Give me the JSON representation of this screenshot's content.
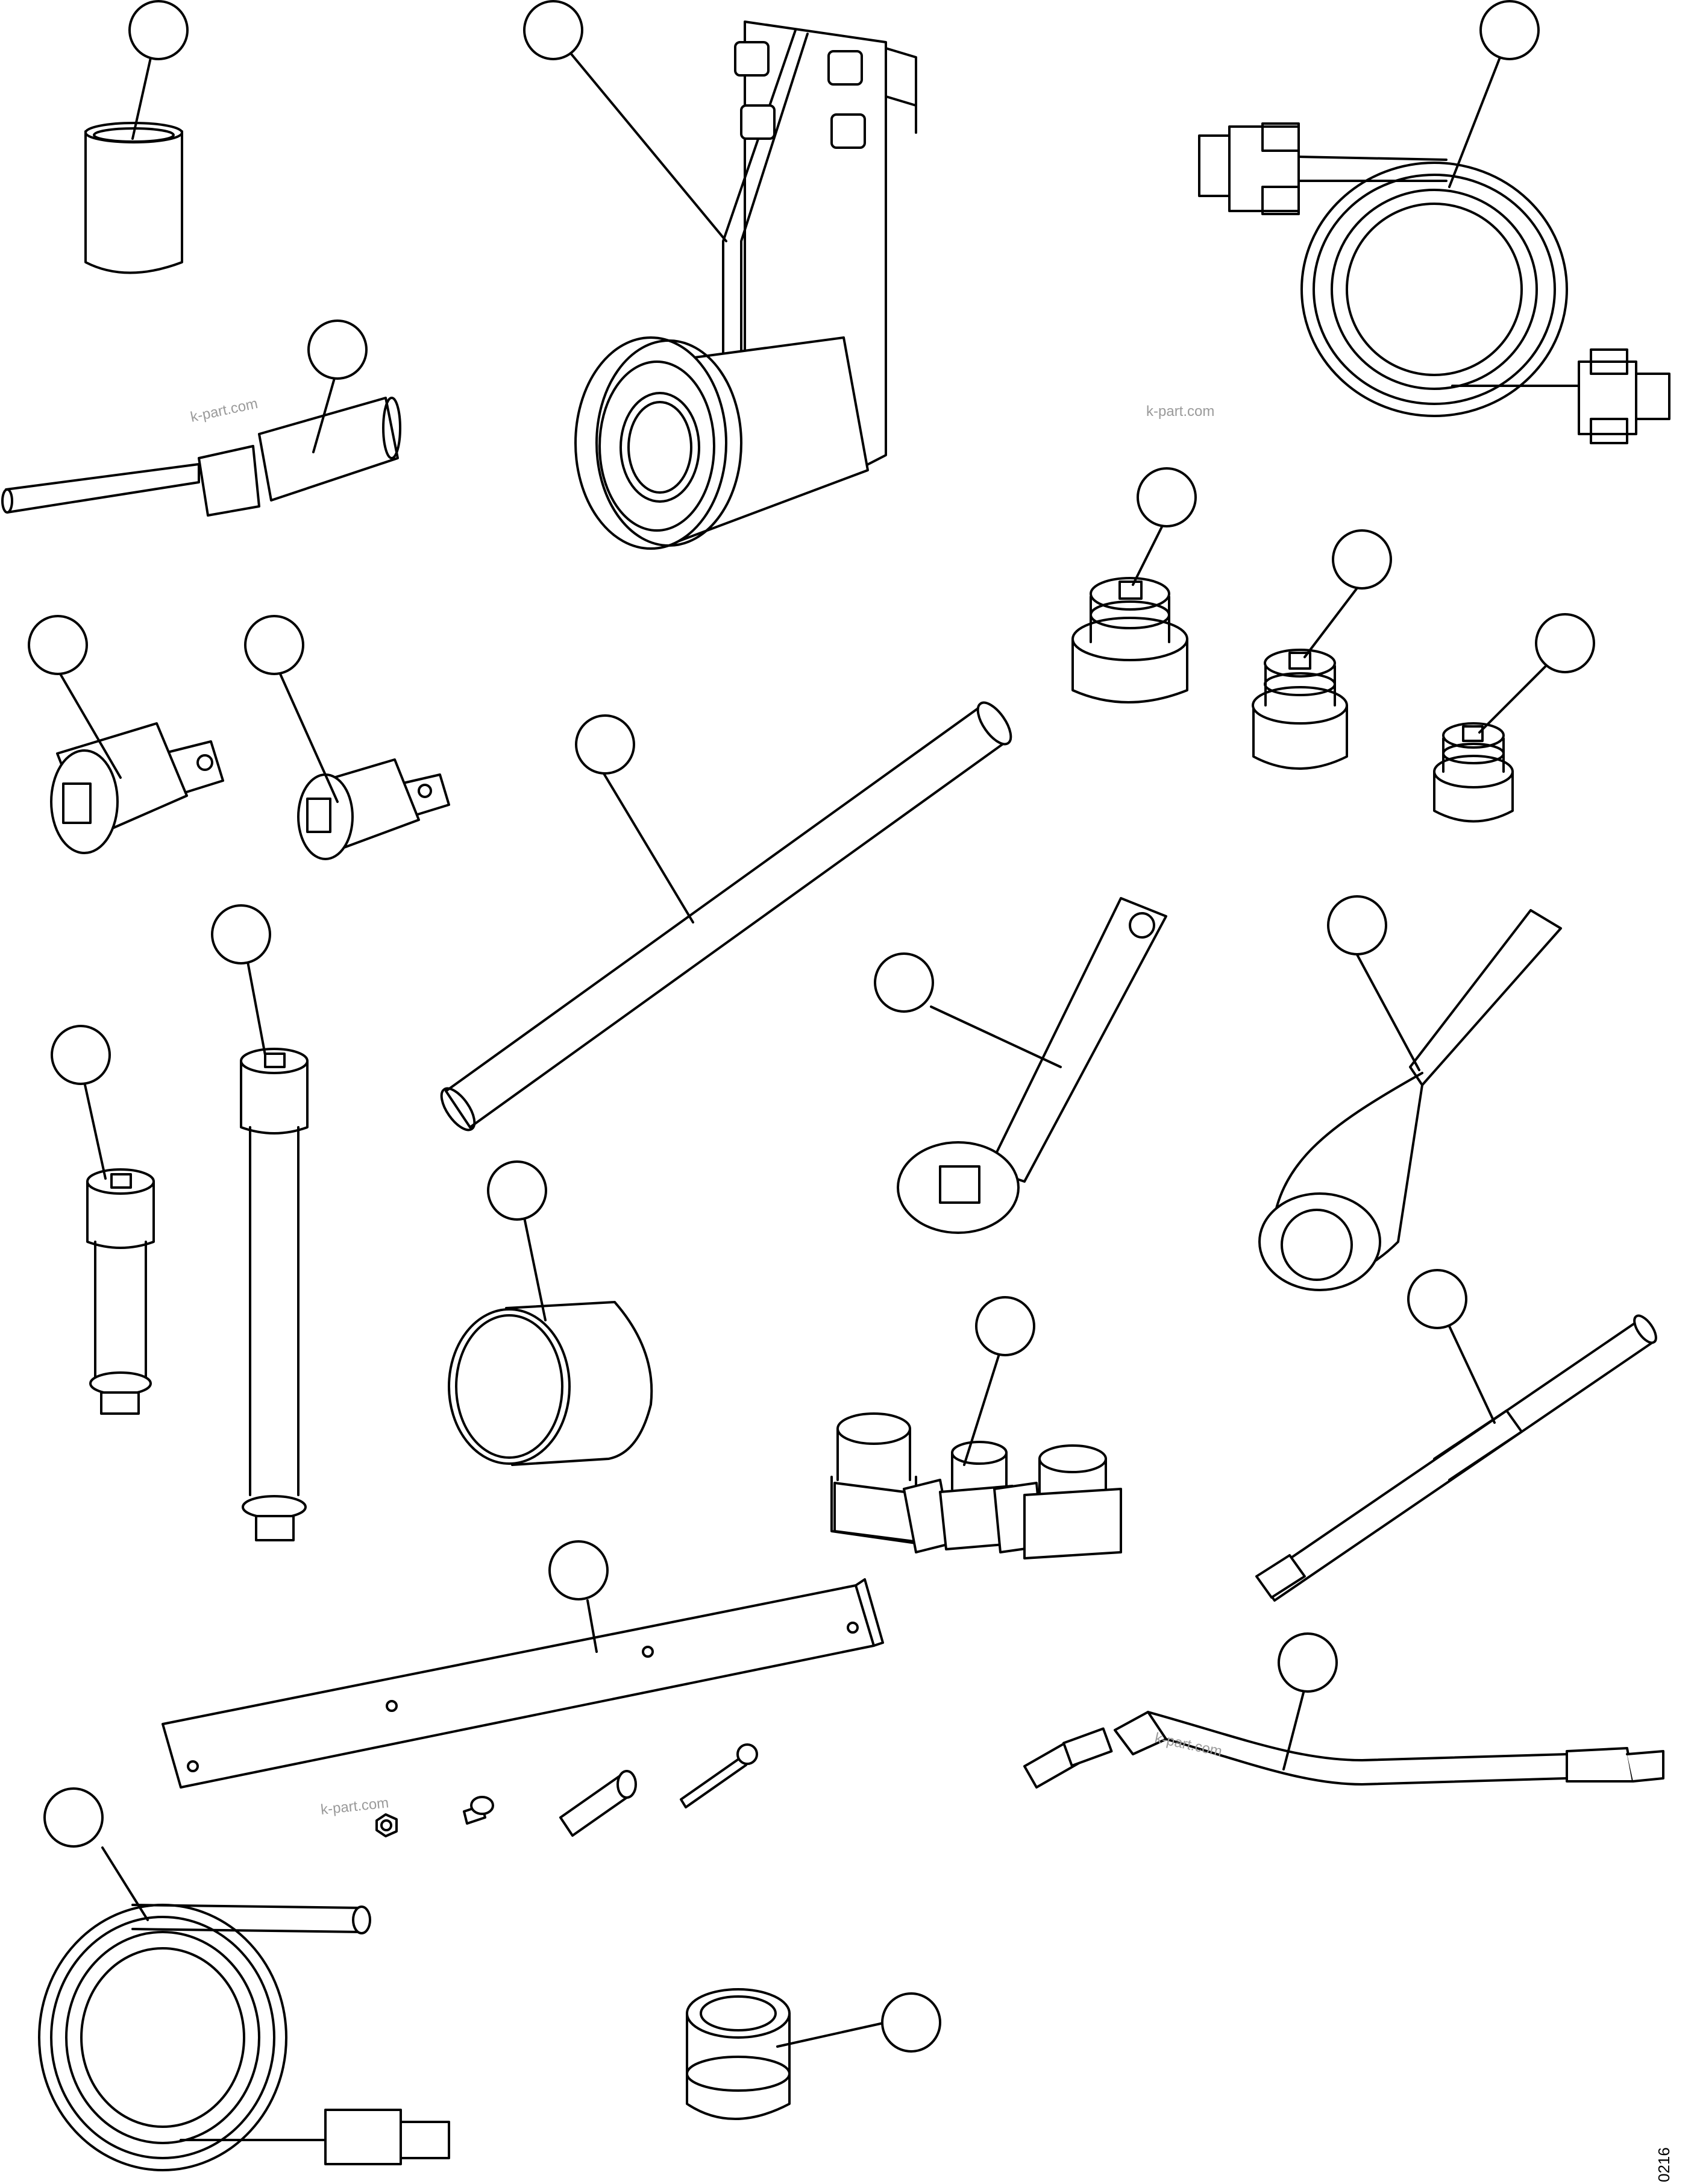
{
  "diagram": {
    "watermarks": [
      "k-part.com",
      "k-part.com",
      "k-part.com",
      "k-part.com"
    ],
    "figure_code": "0216",
    "callouts": [
      {
        "target": "sleeve"
      },
      {
        "target": "bearing-puller"
      },
      {
        "target": "cable"
      },
      {
        "target": "probe"
      },
      {
        "target": "socket-large"
      },
      {
        "target": "socket-medium"
      },
      {
        "target": "socket-small"
      },
      {
        "target": "adapter-large"
      },
      {
        "target": "adapter-small"
      },
      {
        "target": "bar"
      },
      {
        "target": "spanner-wrench"
      },
      {
        "target": "ring-wrench"
      },
      {
        "target": "extension-short"
      },
      {
        "target": "extension-long"
      },
      {
        "target": "sleeve-large"
      },
      {
        "target": "tee-fitting"
      },
      {
        "target": "rod"
      },
      {
        "target": "plate-kit"
      },
      {
        "target": "hose"
      },
      {
        "target": "coil-cable"
      },
      {
        "target": "splined-socket"
      }
    ]
  },
  "colors": {
    "line": "#000000",
    "fill": "#ffffff",
    "hatch": "#555555"
  }
}
